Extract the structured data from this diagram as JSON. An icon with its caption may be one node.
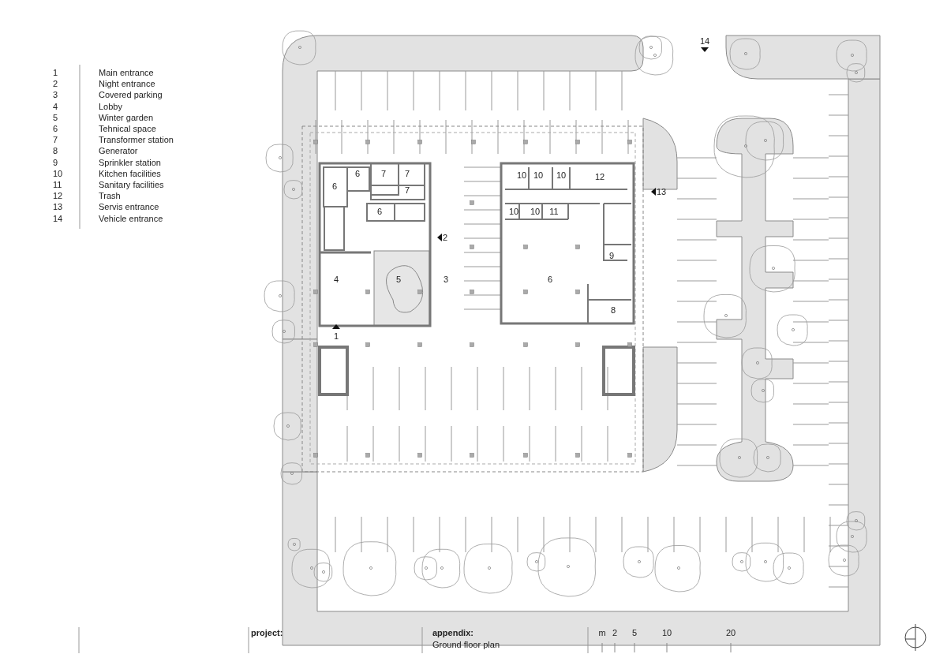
{
  "diagram": {
    "labels": [
      "1",
      "Main entrance",
      "2",
      "Night entrance",
      "3",
      "Covered parking",
      "4",
      "Lobby",
      "5",
      "Winter garden",
      "6",
      "Tehnical space",
      "7",
      "Transformer station",
      "8",
      "Generator",
      "9",
      "Sprinkler station",
      "10",
      "Kitchen facilities",
      "11",
      "Sanitary facilities",
      "12",
      "Trash",
      "13",
      "Servis entrance",
      "14",
      "Vehicle entrance",
      "14",
      "6",
      "7",
      "7",
      "10",
      "10",
      "10",
      "12",
      "6",
      "7",
      "13",
      "6",
      "10",
      "10",
      "11",
      "2",
      "9",
      "4",
      "5",
      "3",
      "6",
      "8",
      "1",
      "project:",
      "appendix:",
      "Ground floor plan",
      "m",
      "2",
      "5",
      "10",
      "20"
    ]
  }
}
